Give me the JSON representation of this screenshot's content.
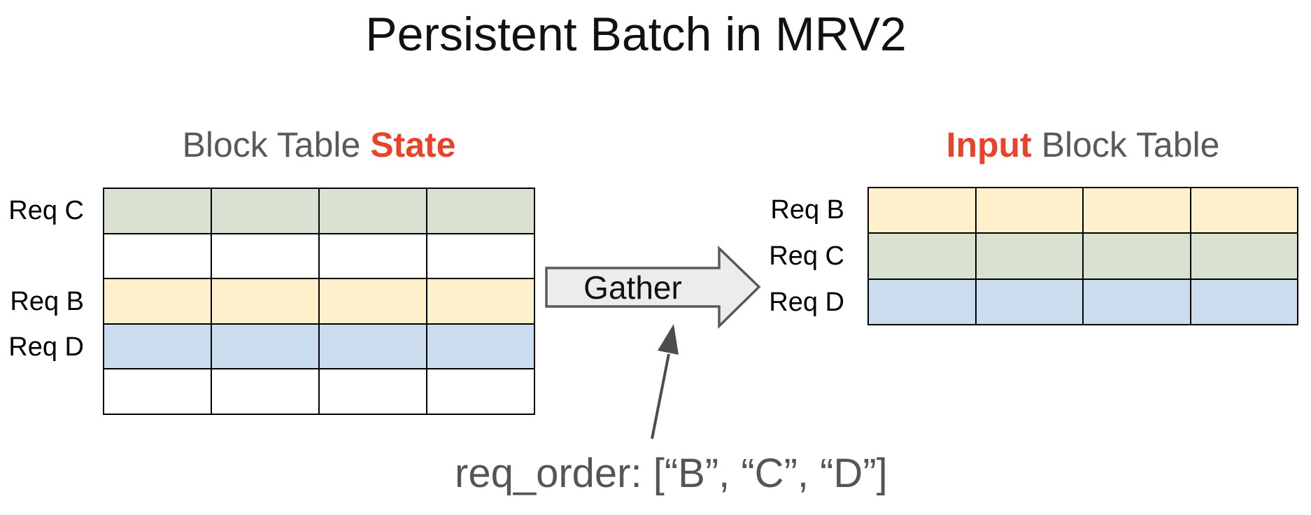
{
  "title": "Persistent Batch in MRV2",
  "left_table": {
    "header_plain": "Block Table ",
    "header_accent": "State",
    "columns": 4,
    "rows": [
      {
        "label": "Req C",
        "color": "green"
      },
      {
        "label": "",
        "color": "white"
      },
      {
        "label": "Req B",
        "color": "yellow"
      },
      {
        "label": "Req D",
        "color": "blue"
      },
      {
        "label": "",
        "color": "white"
      }
    ]
  },
  "right_table": {
    "header_accent": "Input",
    "header_plain": " Block Table",
    "columns": 4,
    "rows": [
      {
        "label": "Req B",
        "color": "yellow"
      },
      {
        "label": "Req C",
        "color": "green"
      },
      {
        "label": "Req D",
        "color": "blue"
      }
    ]
  },
  "gather_arrow": {
    "label": "Gather"
  },
  "annotation": {
    "text": "req_order: [“B”, “C”, “D”]"
  },
  "colors": {
    "green": "#d9e2d0",
    "yellow": "#fdf0cb",
    "blue": "#cbdcee",
    "white": "#ffffff",
    "accent_red": "#e8432b",
    "header_gray": "#595959",
    "annotation_gray": "#555555",
    "arrow_fill": "#ececec",
    "arrow_stroke": "#595959",
    "table_border": "#000000"
  }
}
